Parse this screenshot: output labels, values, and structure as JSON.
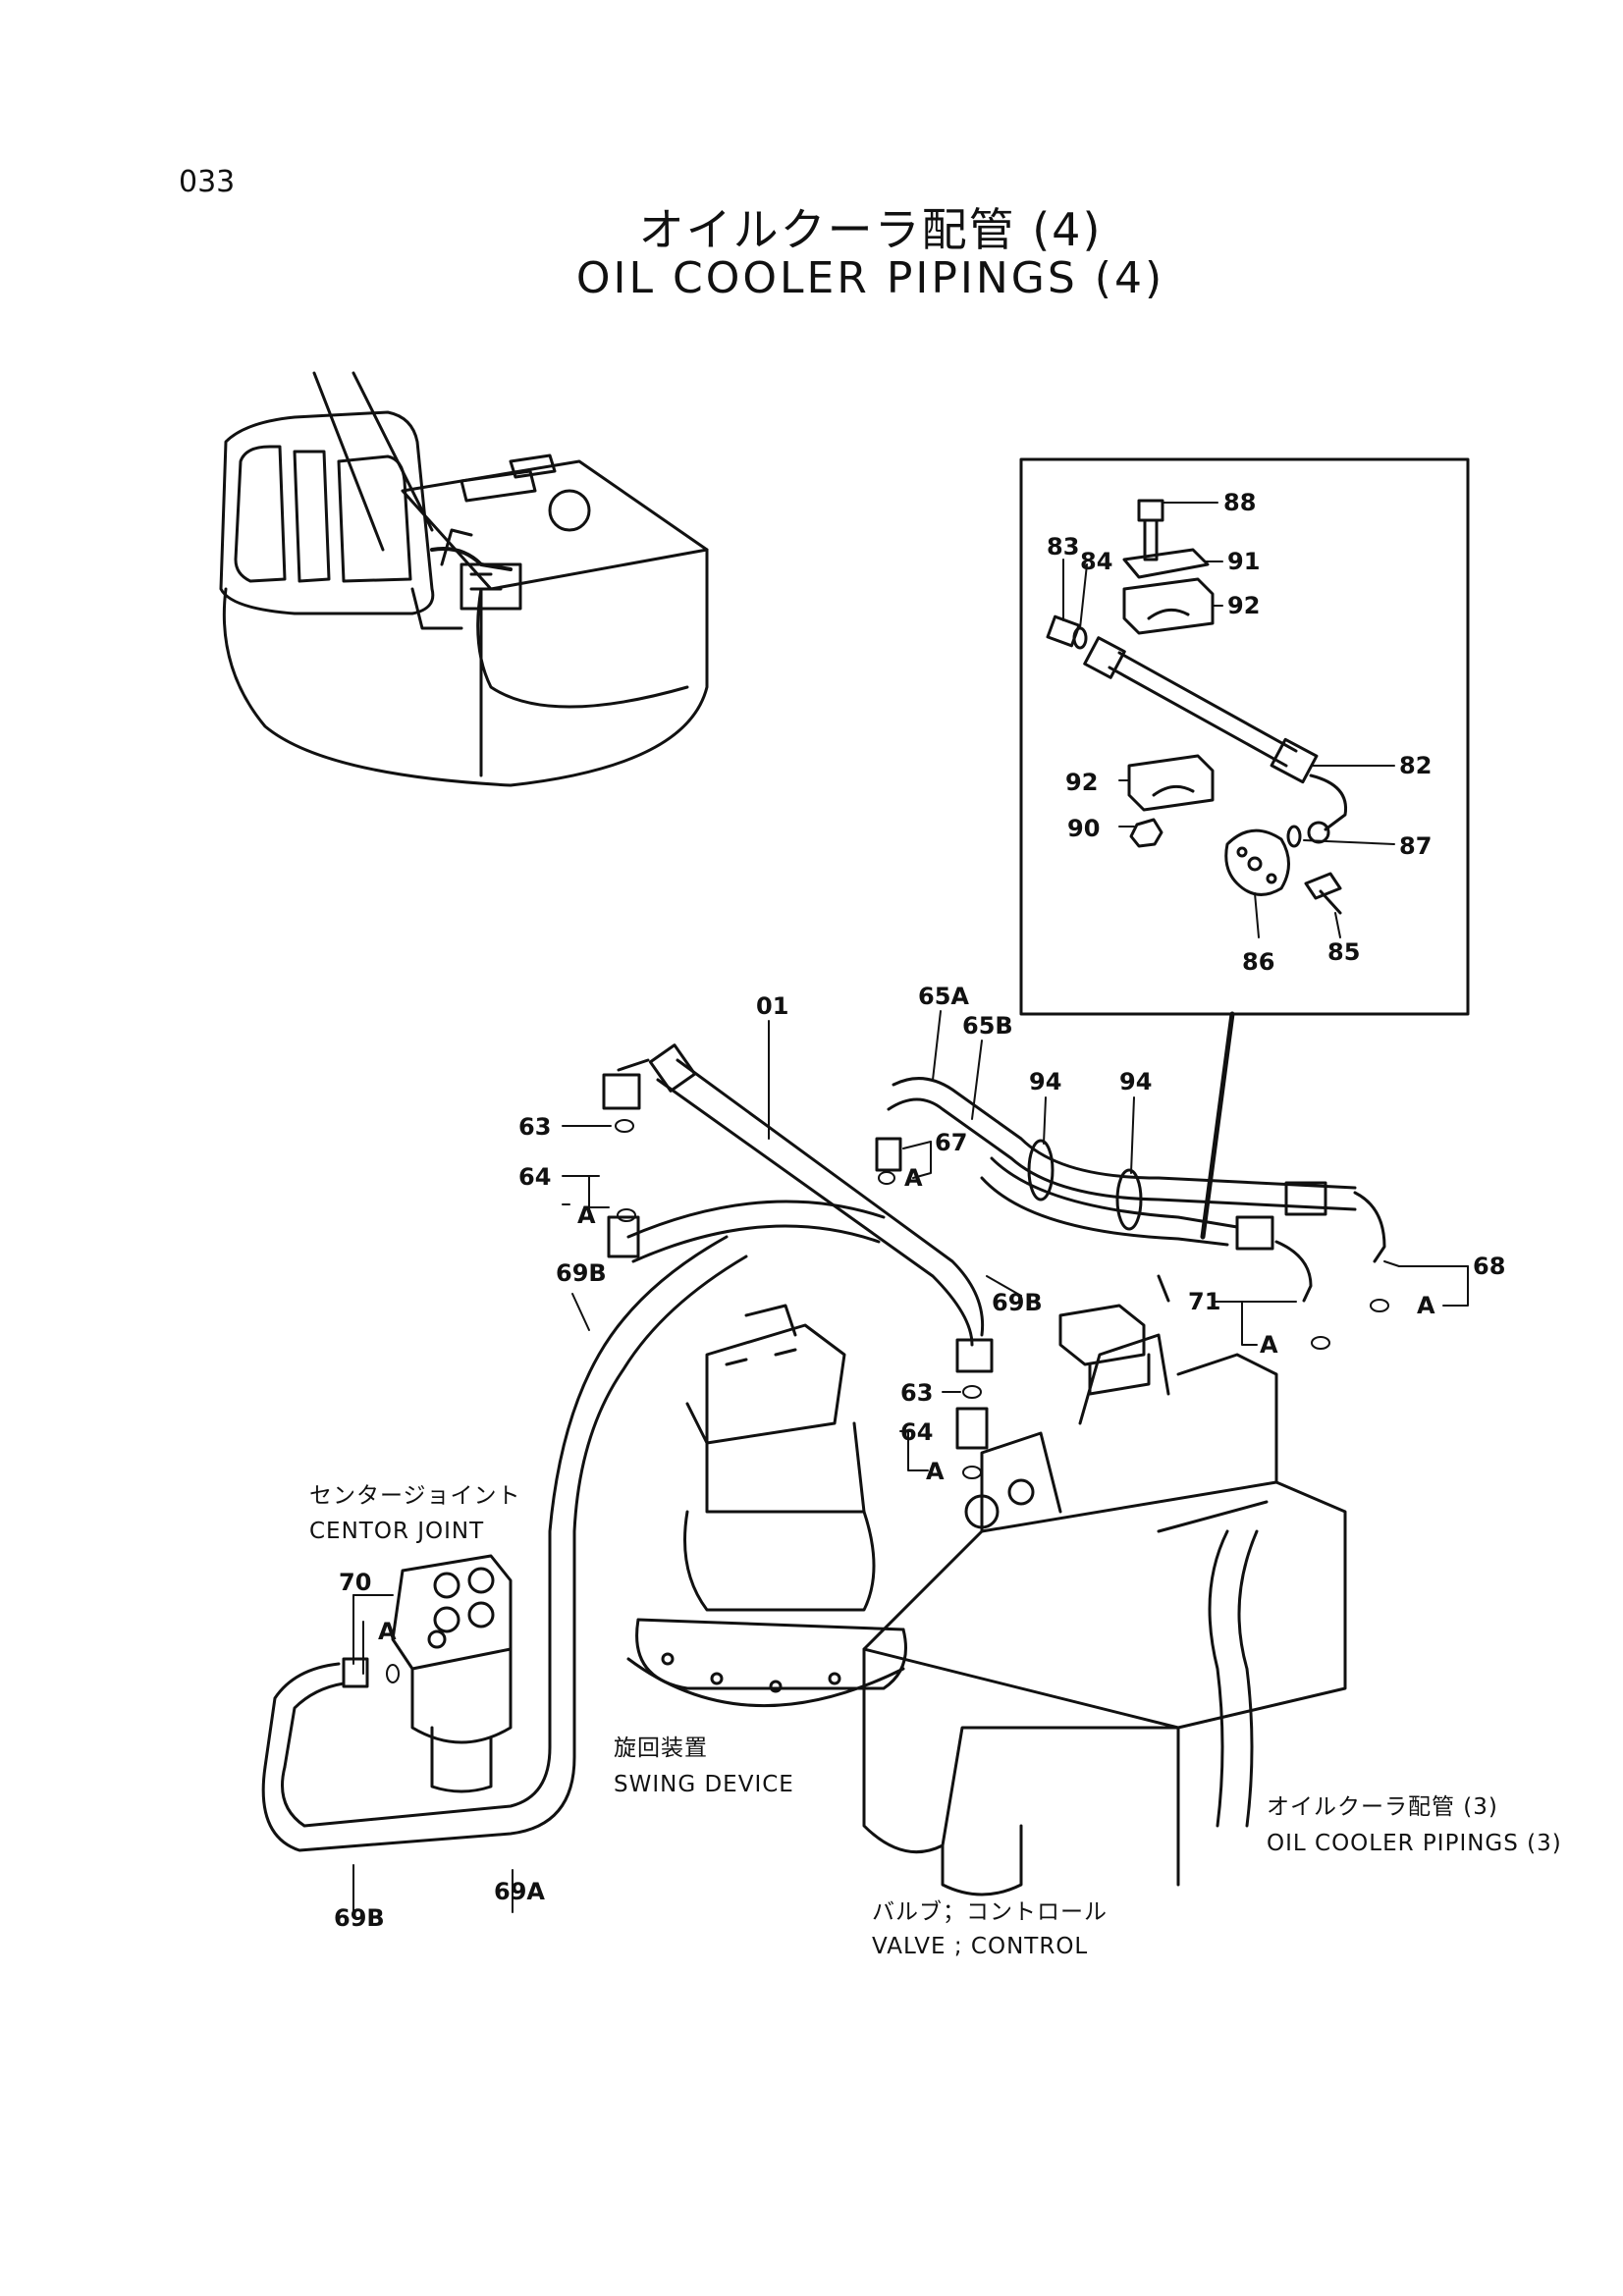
{
  "page_number": "033",
  "title": {
    "jp": "オイルクーラ配管 (4)",
    "en": "OIL COOLER PIPINGS (4)"
  },
  "captions": {
    "center_joint_jp": "センタージョイント",
    "center_joint_en": "CENTOR JOINT",
    "swing_device_jp": "旋回装置",
    "swing_device_en": "SWING DEVICE",
    "valve_jp": "バルブ；コントロール",
    "valve_en": "VALVE ; CONTROL",
    "oil_cooler_jp": "オイルクーラ配管 (3)",
    "oil_cooler_en": "OIL COOLER PIPINGS (3)"
  },
  "part_labels": {
    "p88": "88",
    "p91": "91",
    "p92a": "92",
    "p83": "83",
    "p84": "84",
    "p82": "82",
    "p92b": "92",
    "p90": "90",
    "p87": "87",
    "p86": "86",
    "p85": "85",
    "p01": "01",
    "p65a": "65A",
    "p65b": "65B",
    "p94a": "94",
    "p94b": "94",
    "p63a": "63",
    "p64a": "64",
    "pAa": "A",
    "p67": "67",
    "pAb": "A",
    "p69b_a": "69B",
    "p69b_b": "69B",
    "p68": "68",
    "pAc": "A",
    "p71": "71",
    "pAd": "A",
    "p63b": "63",
    "p64b": "64",
    "pAe": "A",
    "p70": "70",
    "pAf": "A",
    "p69b_c": "69B",
    "p69a": "69A"
  }
}
